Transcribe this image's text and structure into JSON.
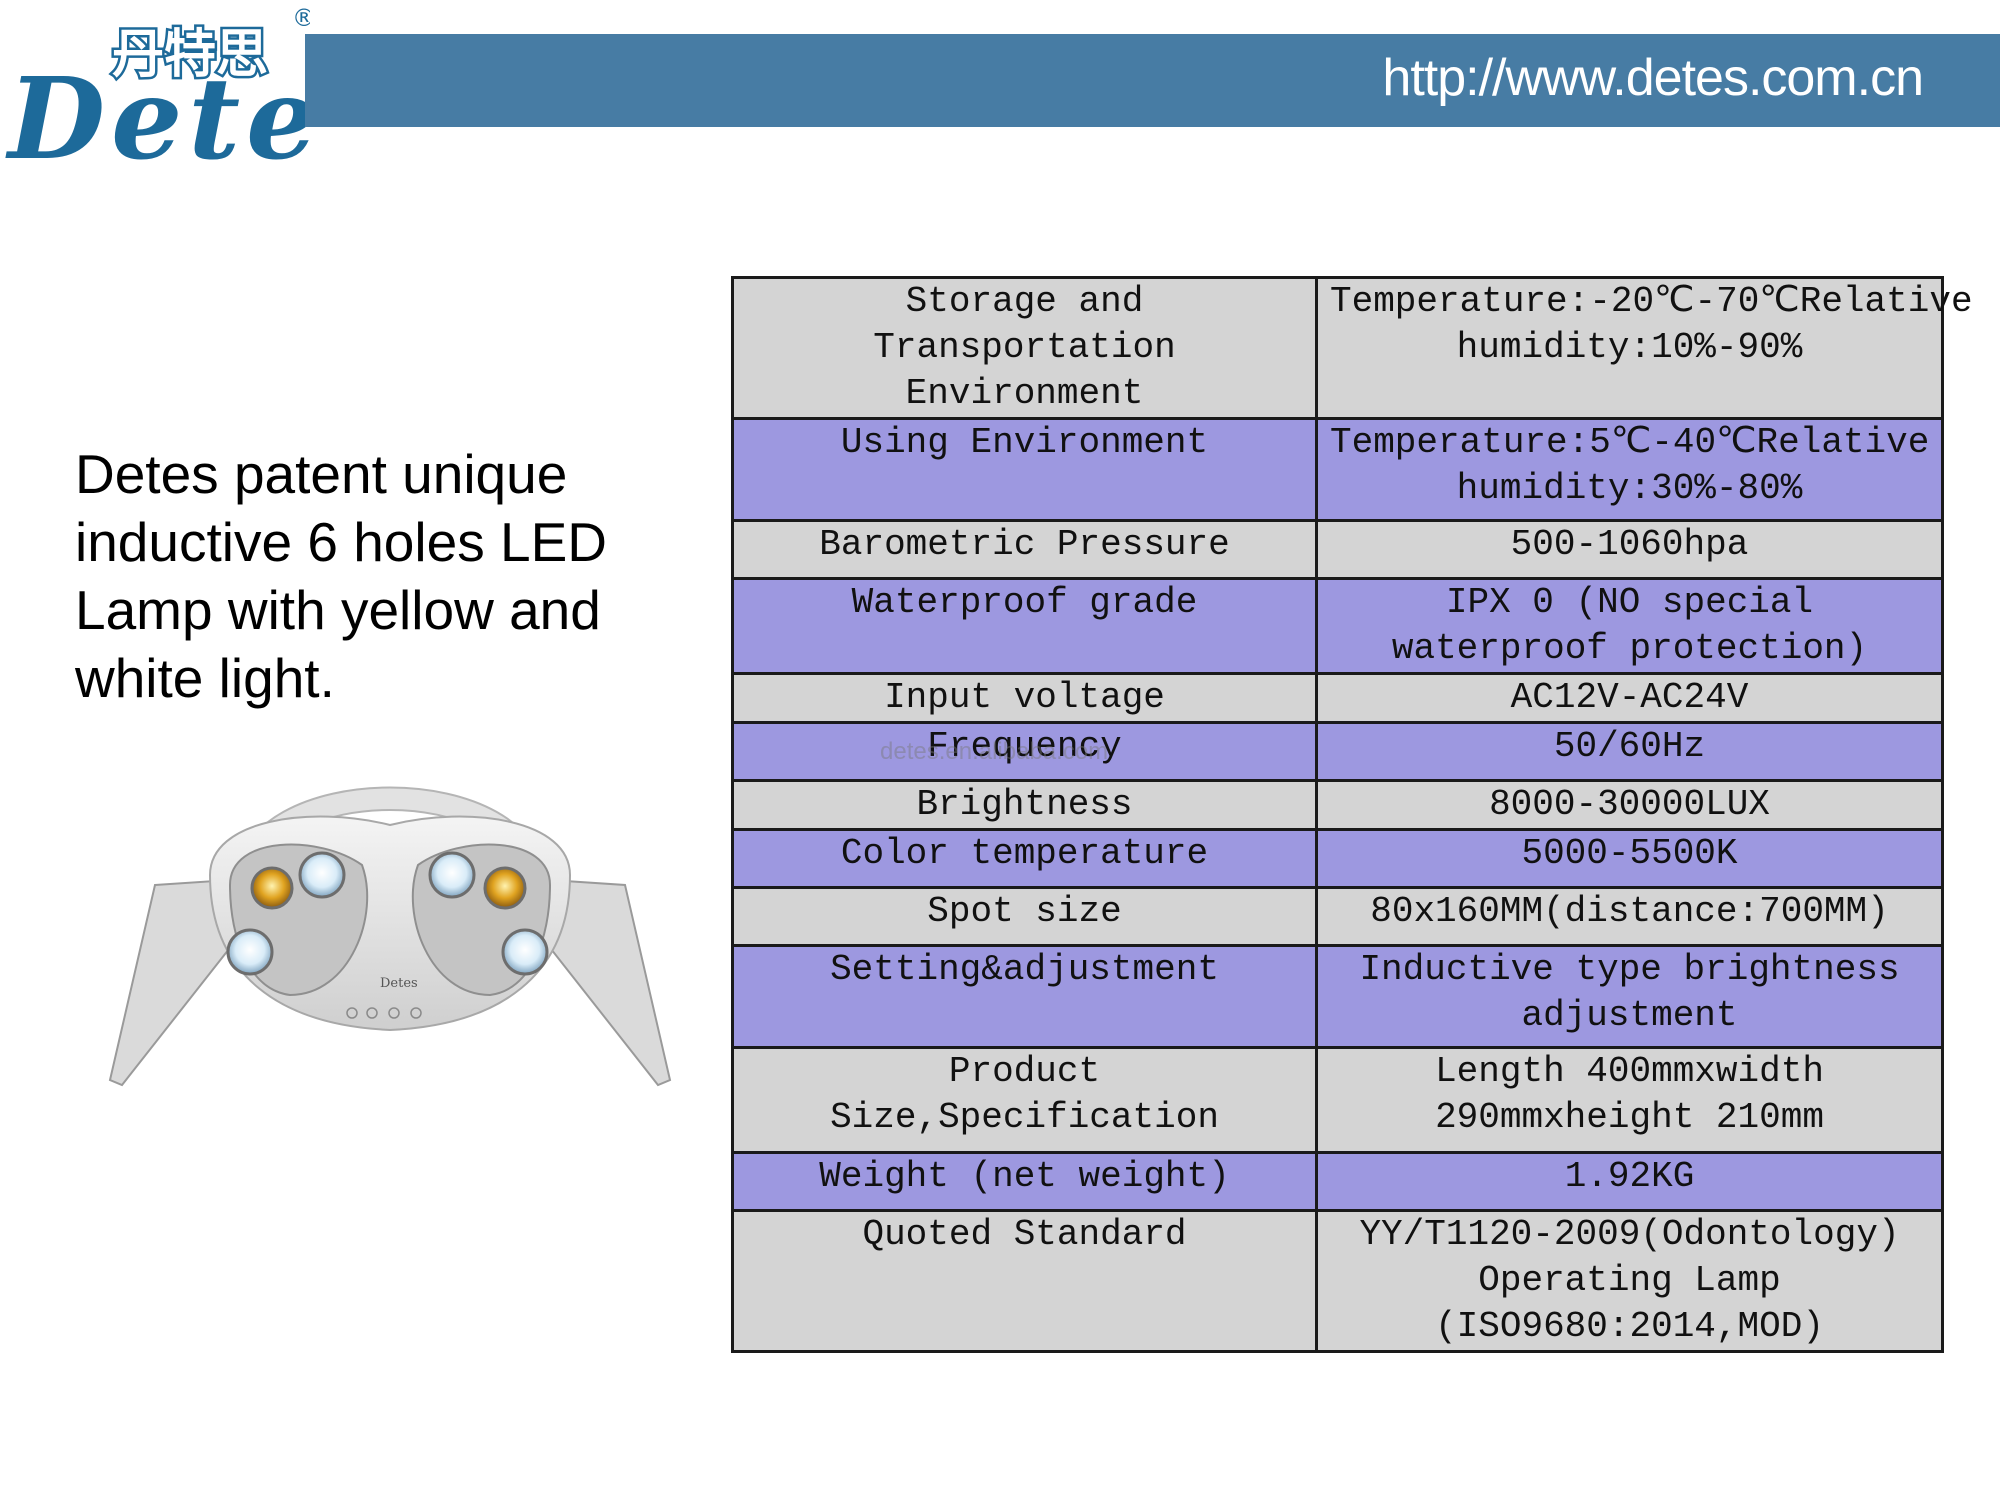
{
  "logo": {
    "chinese_text": "丹特思",
    "latin_text": "Detes",
    "registered_mark": "®",
    "brand_color": "#1d6a9a"
  },
  "header": {
    "url": "http://www.detes.com.cn",
    "bar_color": "#477ca4"
  },
  "description": {
    "text": "Detes patent unique inductive 6 holes LED Lamp with yellow and white light."
  },
  "product_image": {
    "brand_mark": "Detes",
    "icon": "led-dental-lamp"
  },
  "watermark": "detes.en.alibaba.com",
  "colors": {
    "row_gray": "#d4d4d4",
    "row_blue": "#9d98e0"
  },
  "specs": [
    {
      "label": "Storage and Transportation Environment",
      "value": "Temperature:-20℃-70℃Relative humidity:10%-90%",
      "shade": "gray"
    },
    {
      "label": "Using Environment",
      "value": "Temperature:5℃-40℃Relative humidity:30%-80%",
      "shade": "blue"
    },
    {
      "label": "Barometric Pressure",
      "value": "500-1060hpa",
      "shade": "gray"
    },
    {
      "label": "Waterproof grade",
      "value": "IPX 0 (NO special waterproof protection)",
      "shade": "blue"
    },
    {
      "label": "Input voltage",
      "value": "AC12V-AC24V",
      "shade": "gray"
    },
    {
      "label": "Frequency",
      "value": "50/60Hz",
      "shade": "blue"
    },
    {
      "label": "Brightness",
      "value": "8000-30000LUX",
      "shade": "gray"
    },
    {
      "label": "Color temperature",
      "value": "5000-5500K",
      "shade": "blue"
    },
    {
      "label": "Spot size",
      "value": "80x160MM(distance:700MM)",
      "shade": "gray"
    },
    {
      "label": "Setting&adjustment",
      "value": "Inductive type brightness adjustment",
      "shade": "blue"
    },
    {
      "label": "Product Size,Specification",
      "value": "Length 400mmxwidth 290mmxheight 210mm",
      "shade": "gray"
    },
    {
      "label": "Weight (net weight)",
      "value": "1.92KG",
      "shade": "blue"
    },
    {
      "label": "Quoted Standard",
      "value": "YY/T1120-2009(Odontology) Operating Lamp (ISO9680:2014,MOD)",
      "shade": "gray"
    }
  ]
}
